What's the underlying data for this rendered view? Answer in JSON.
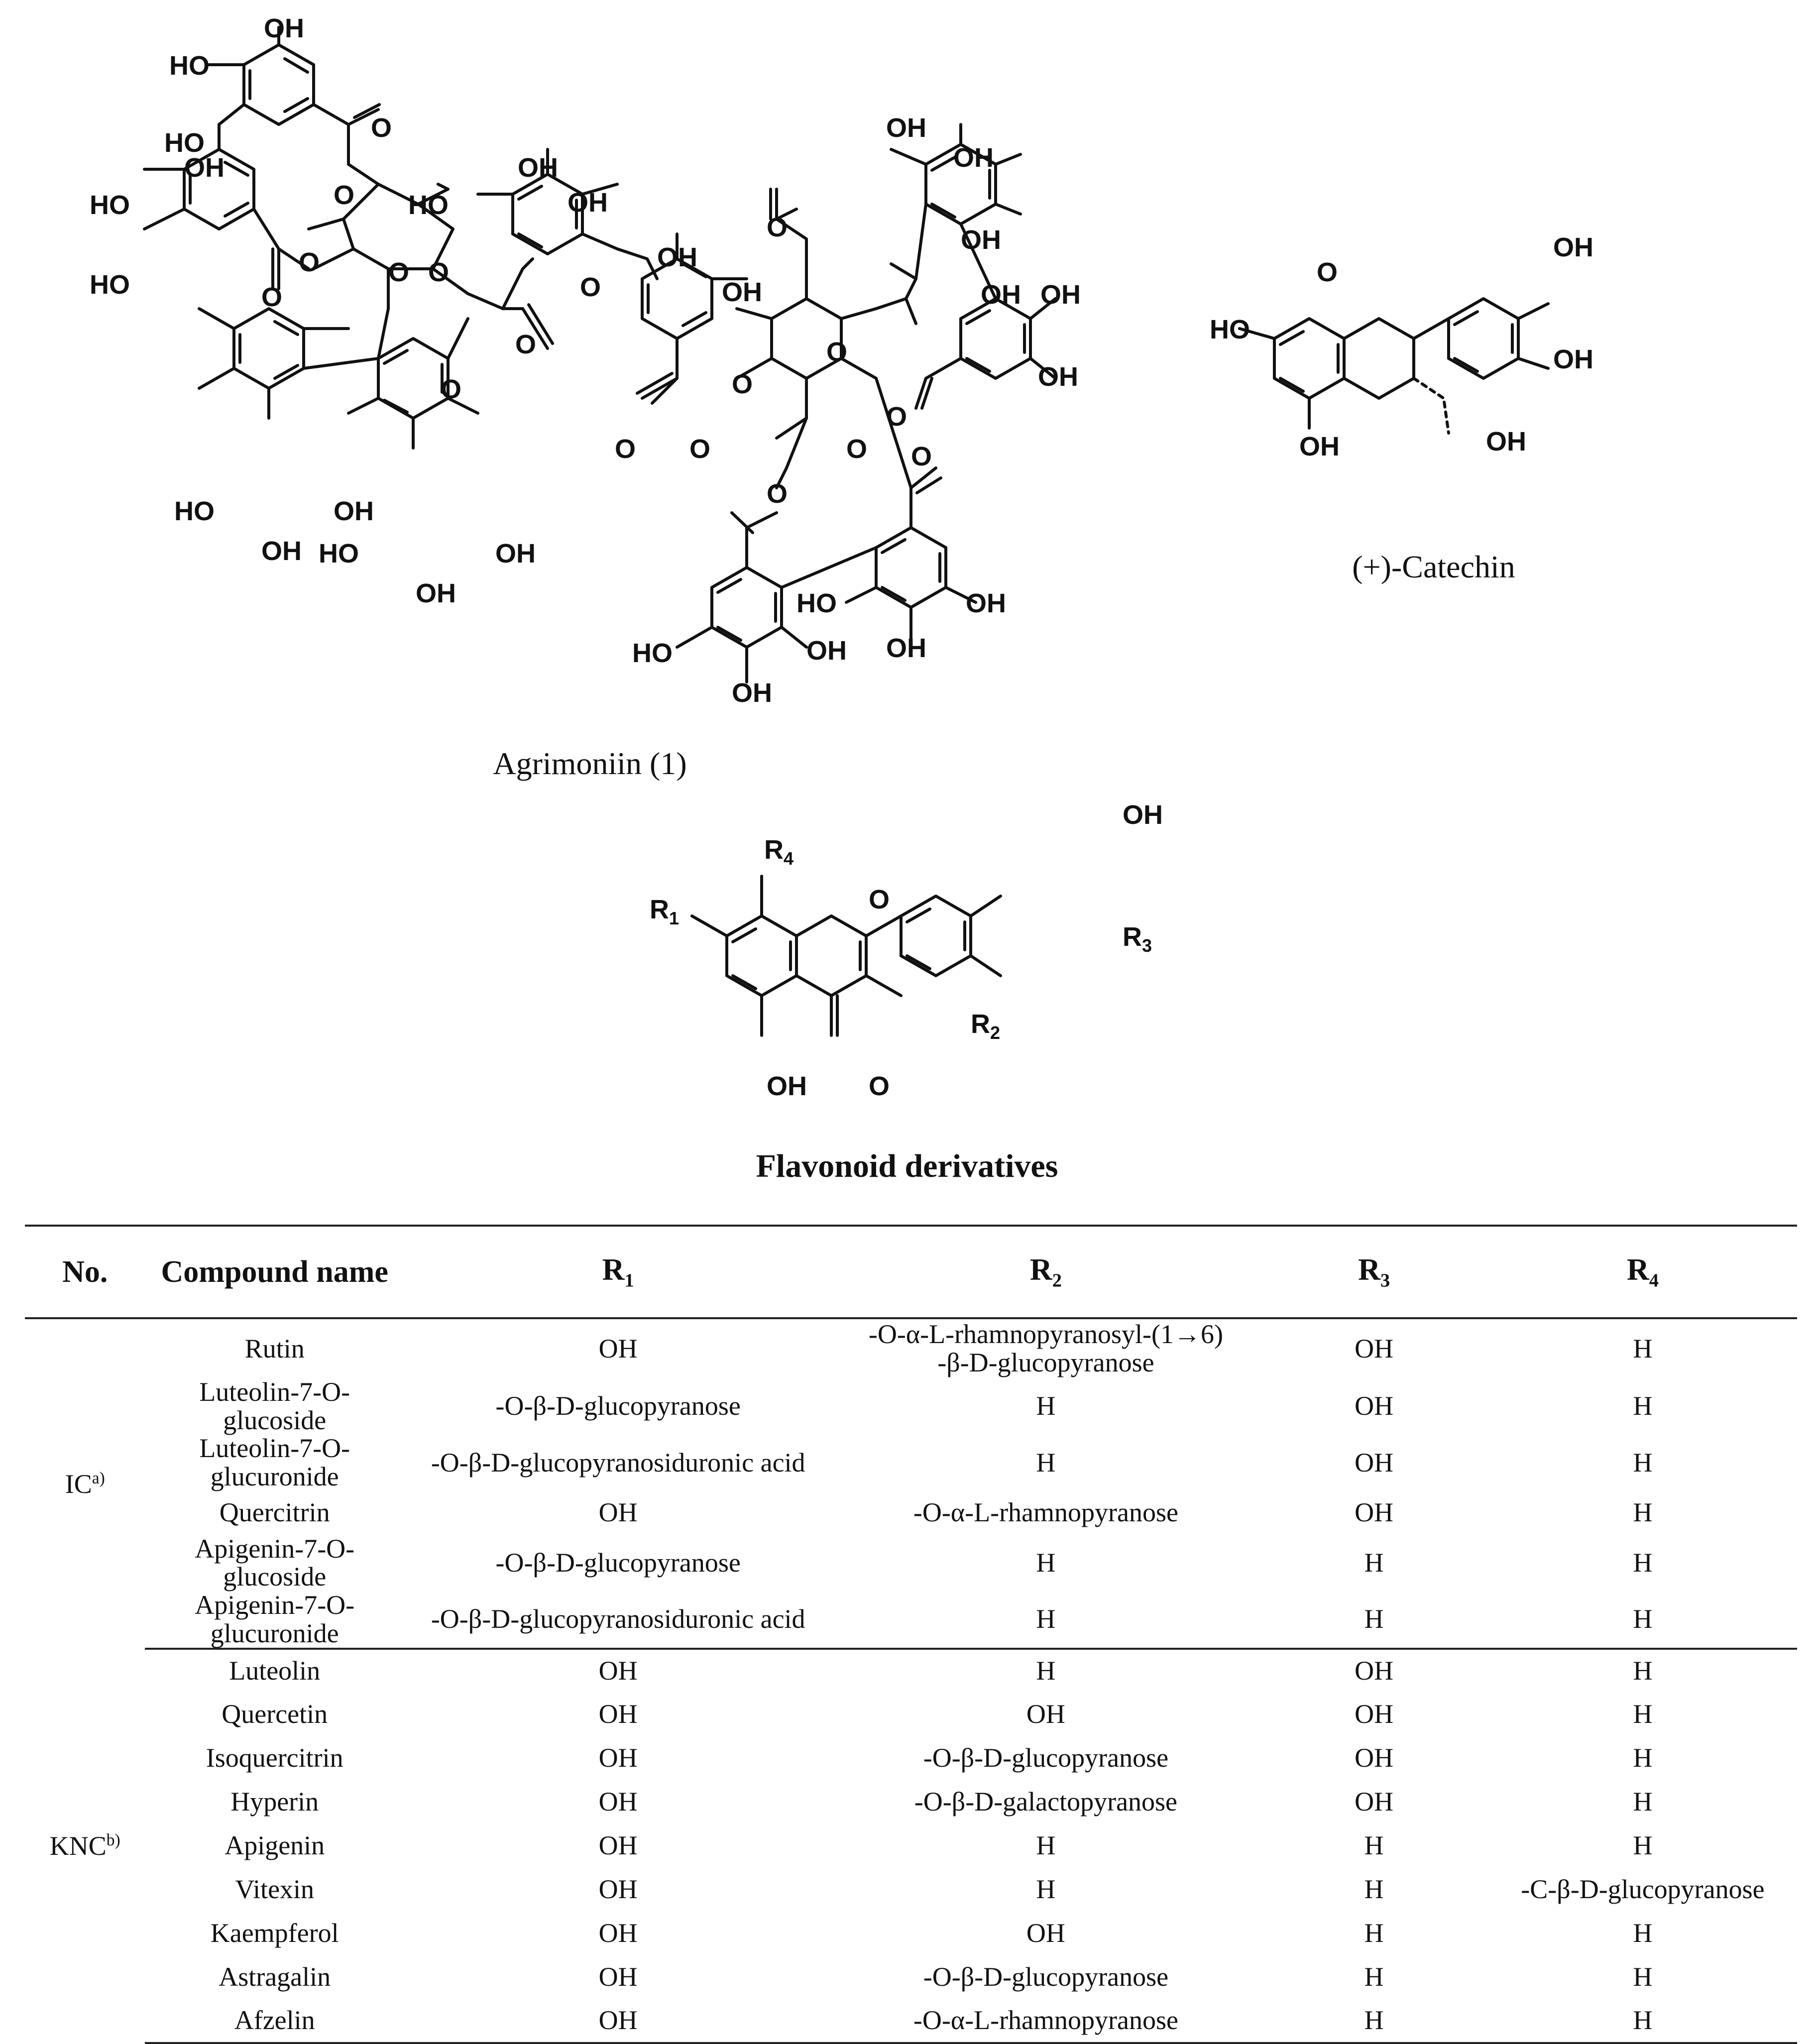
{
  "figure": {
    "agrimoniin_caption": "Agrimoniin (1)",
    "catechin_caption": "(+)-Catechin",
    "atoms": {
      "oh": "OH",
      "ho": "HO",
      "o": "O",
      "r1": "R",
      "r2": "R",
      "r3": "R",
      "r4": "R",
      "r1_sub": "1",
      "r2_sub": "2",
      "r3_sub": "3",
      "r4_sub": "4"
    }
  },
  "flavonoid_heading": "Flavonoid derivatives",
  "table": {
    "headers": {
      "no": "No.",
      "name": "Compound name",
      "r1": "R",
      "r1_sub": "1",
      "r2": "R",
      "r2_sub": "2",
      "r3": "R",
      "r3_sub": "3",
      "r4": "R",
      "r4_sub": "4"
    },
    "groups": [
      {
        "label": "IC",
        "label_sup": "a)",
        "rows": [
          {
            "name": "Rutin",
            "r1": "OH",
            "r2_line1": "-O-α-L-rhamnopyranosyl-(1→6)",
            "r2_line2": "-β-D-glucopyranose",
            "r3": "OH",
            "r4": "H"
          },
          {
            "name": "Luteolin-7-O-glucoside",
            "r1": "-O-β-D-glucopyranose",
            "r2": "H",
            "r3": "OH",
            "r4": "H"
          },
          {
            "name": "Luteolin-7-O-glucuronide",
            "r1": "-O-β-D-glucopyranosiduronic acid",
            "r2": "H",
            "r3": "OH",
            "r4": "H"
          },
          {
            "name": "Quercitrin",
            "r1": "OH",
            "r2": "-O-α-L-rhamnopyranose",
            "r3": "OH",
            "r4": "H"
          },
          {
            "name": "Apigenin-7-O-glucoside",
            "r1": "-O-β-D-glucopyranose",
            "r2": "H",
            "r3": "H",
            "r4": "H"
          },
          {
            "name": "Apigenin-7-O-glucuronide",
            "r1": "-O-β-D-glucopyranosiduronic acid",
            "r2": "H",
            "r3": "H",
            "r4": "H"
          }
        ]
      },
      {
        "label": "KNC",
        "label_sup": "b)",
        "rows": [
          {
            "name": "Luteolin",
            "r1": "OH",
            "r2": "H",
            "r3": "OH",
            "r4": "H"
          },
          {
            "name": "Quercetin",
            "r1": "OH",
            "r2": "OH",
            "r3": "OH",
            "r4": "H"
          },
          {
            "name": "Isoquercitrin",
            "r1": "OH",
            "r2": "-O-β-D-glucopyranose",
            "r3": "OH",
            "r4": "H"
          },
          {
            "name": "Hyperin",
            "r1": "OH",
            "r2": "-O-β-D-galactopyranose",
            "r3": "OH",
            "r4": "H"
          },
          {
            "name": "Apigenin",
            "r1": "OH",
            "r2": "H",
            "r3": "H",
            "r4": "H"
          },
          {
            "name": "Vitexin",
            "r1": "OH",
            "r2": "H",
            "r3": "H",
            "r4": "-C-β-D-glucopyranose"
          },
          {
            "name": "Kaempferol",
            "r1": "OH",
            "r2": "OH",
            "r3": "H",
            "r4": "H"
          },
          {
            "name": "Astragalin",
            "r1": "OH",
            "r2": "-O-β-D-glucopyranose",
            "r3": "H",
            "r4": "H"
          },
          {
            "name": "Afzelin",
            "r1": "OH",
            "r2": "-O-α-L-rhamnopyranose",
            "r3": "H",
            "r4": "H"
          }
        ]
      }
    ]
  }
}
